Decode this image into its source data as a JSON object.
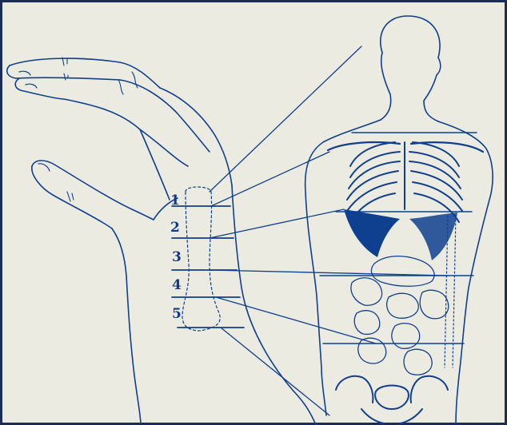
{
  "zones": [
    {
      "label": "1",
      "target": "head-and-chest"
    },
    {
      "label": "2",
      "target": "diaphragm"
    },
    {
      "label": "3",
      "target": "upper-abdomen"
    },
    {
      "label": "4",
      "target": "lower-abdomen"
    },
    {
      "label": "5",
      "target": "pelvis"
    }
  ],
  "colors": {
    "ink": "#0f3f8f",
    "paper": "#ecebe2",
    "frame": "#1c2d55"
  }
}
